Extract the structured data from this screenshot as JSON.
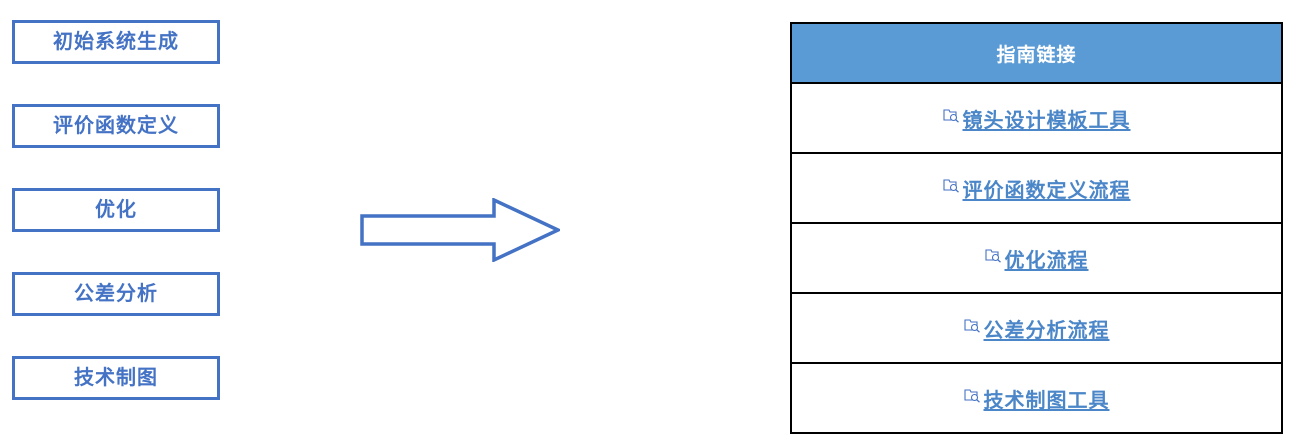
{
  "colors": {
    "box_border": "#4472C4",
    "box_text": "#4472C4",
    "arrow_stroke": "#4472C4",
    "table_header_bg": "#5B9BD5",
    "table_header_text": "#FFFFFF",
    "table_border": "#000000",
    "link_text": "#4A86C8"
  },
  "process_flow": {
    "boxes": [
      {
        "label": "初始系统生成"
      },
      {
        "label": "评价函数定义"
      },
      {
        "label": "优化"
      },
      {
        "label": "公差分析"
      },
      {
        "label": "技术制图"
      }
    ]
  },
  "arrow": {
    "icon": "right-block-arrow-icon",
    "direction": "right"
  },
  "guide_table": {
    "header": "指南链接",
    "rows": [
      {
        "icon": "folder-search-icon",
        "label": "镜头设计模板工具"
      },
      {
        "icon": "folder-search-icon",
        "label": "评价函数定义流程"
      },
      {
        "icon": "folder-search-icon",
        "label": "优化流程"
      },
      {
        "icon": "folder-search-icon",
        "label": "公差分析流程"
      },
      {
        "icon": "folder-search-icon",
        "label": "技术制图工具"
      }
    ]
  }
}
